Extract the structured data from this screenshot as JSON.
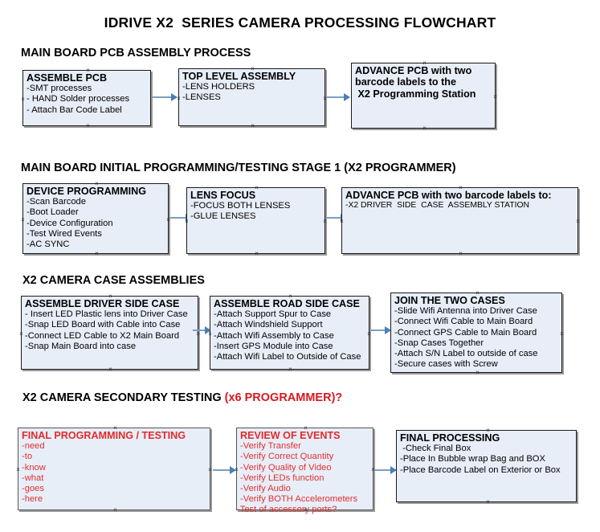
{
  "title": "IDRIVE X2  SERIES CAMERA PROCESSING FLOWCHART",
  "sections": [
    {
      "heading": "MAIN BOARD PCB ASSEMBLY PROCESS",
      "heading_accent": "",
      "boxes": [
        {
          "title": "ASSEMBLE PCB",
          "lines": [
            "-SMT processes",
            "- HAND Solder processes",
            "- Attach Bar Code Label"
          ]
        },
        {
          "title": "TOP LEVEL ASSEMBLY",
          "lines": [
            "-LENS HOLDERS",
            "-LENSES"
          ]
        },
        {
          "title": "ADVANCE PCB with two",
          "lines": [
            "barcode labels to the",
            " X2 Programming Station"
          ]
        }
      ]
    },
    {
      "heading": "MAIN BOARD INITIAL PROGRAMMING/TESTING STAGE 1 (X2 PROGRAMMER)",
      "heading_accent": "",
      "boxes": [
        {
          "title": "DEVICE PROGRAMMING",
          "lines": [
            "-Scan Barcode",
            "-Boot Loader",
            "-Device Configuration",
            "-Test Wired Events",
            "-AC SYNC"
          ]
        },
        {
          "title": "LENS FOCUS",
          "lines": [
            "-FOCUS BOTH LENSES",
            "-GLUE LENSES"
          ]
        },
        {
          "title": "ADVANCE PCB with two barcode labels to:",
          "lines": [
            "-X2 DRIVER  SIDE  CASE  ASSEMBLY STATION"
          ]
        }
      ]
    },
    {
      "heading": "X2 CAMERA CASE ASSEMBLIES",
      "heading_accent": "",
      "boxes": [
        {
          "title": "ASSEMBLE DRIVER SIDE CASE",
          "lines": [
            "- Insert LED Plastic lens into Driver Case",
            "-Snap LED Board with Cable into Case",
            "-Connect LED Cable to X2 Main Board",
            "-Snap Main Board into case"
          ]
        },
        {
          "title": "ASSEMBLE ROAD SIDE CASE",
          "lines": [
            "-Attach Support Spur to Case",
            "-Attach Windshield Support",
            "-Attach Wifi Assembly to Case",
            "-Insert GPS Module into Case",
            "-Attach Wifi Label to Outside of Case"
          ]
        },
        {
          "title": "JOIN THE TWO CASES",
          "lines": [
            "-Slide Wifi Antenna into Driver Case",
            "-Connect Wifi Cable to Main Board",
            "-Connect GPS Cable to Main Board",
            "-Snap Cases Together",
            "-Attach S/N Label to outside of case",
            "-Secure cases with Screw"
          ]
        }
      ]
    },
    {
      "heading": "X2 CAMERA SECONDARY TESTING ",
      "heading_accent": "(x6 PROGRAMMER)?",
      "boxes": [
        {
          "title": "FINAL PROGRAMMING / TESTING",
          "lines": [
            "-need",
            "-to",
            "-know",
            "-what",
            "-goes",
            "-here"
          ]
        },
        {
          "title": "REVIEW OF EVENTS",
          "lines": [
            "-Verify Transfer",
            "-Verify Correct Quantity",
            "-Verify Quality of Video",
            "-Verify LEDs function",
            "-Verify Audio",
            "-Verify BOTH Accelerometers"
          ],
          "overflow_line": "-Test of accessory ports?"
        },
        {
          "title": "FINAL PROCESSING",
          "lines": [
            " -Check Final Box",
            "-Place In Bubble wrap Bag and BOX",
            "-Place Barcode Label on Exterior or Box"
          ]
        }
      ]
    }
  ],
  "colors": {
    "box_fill": "#e8eef8",
    "box_border": "#1a1a1a",
    "accent_red": "#d71920",
    "connector": "#4a7fb5"
  }
}
